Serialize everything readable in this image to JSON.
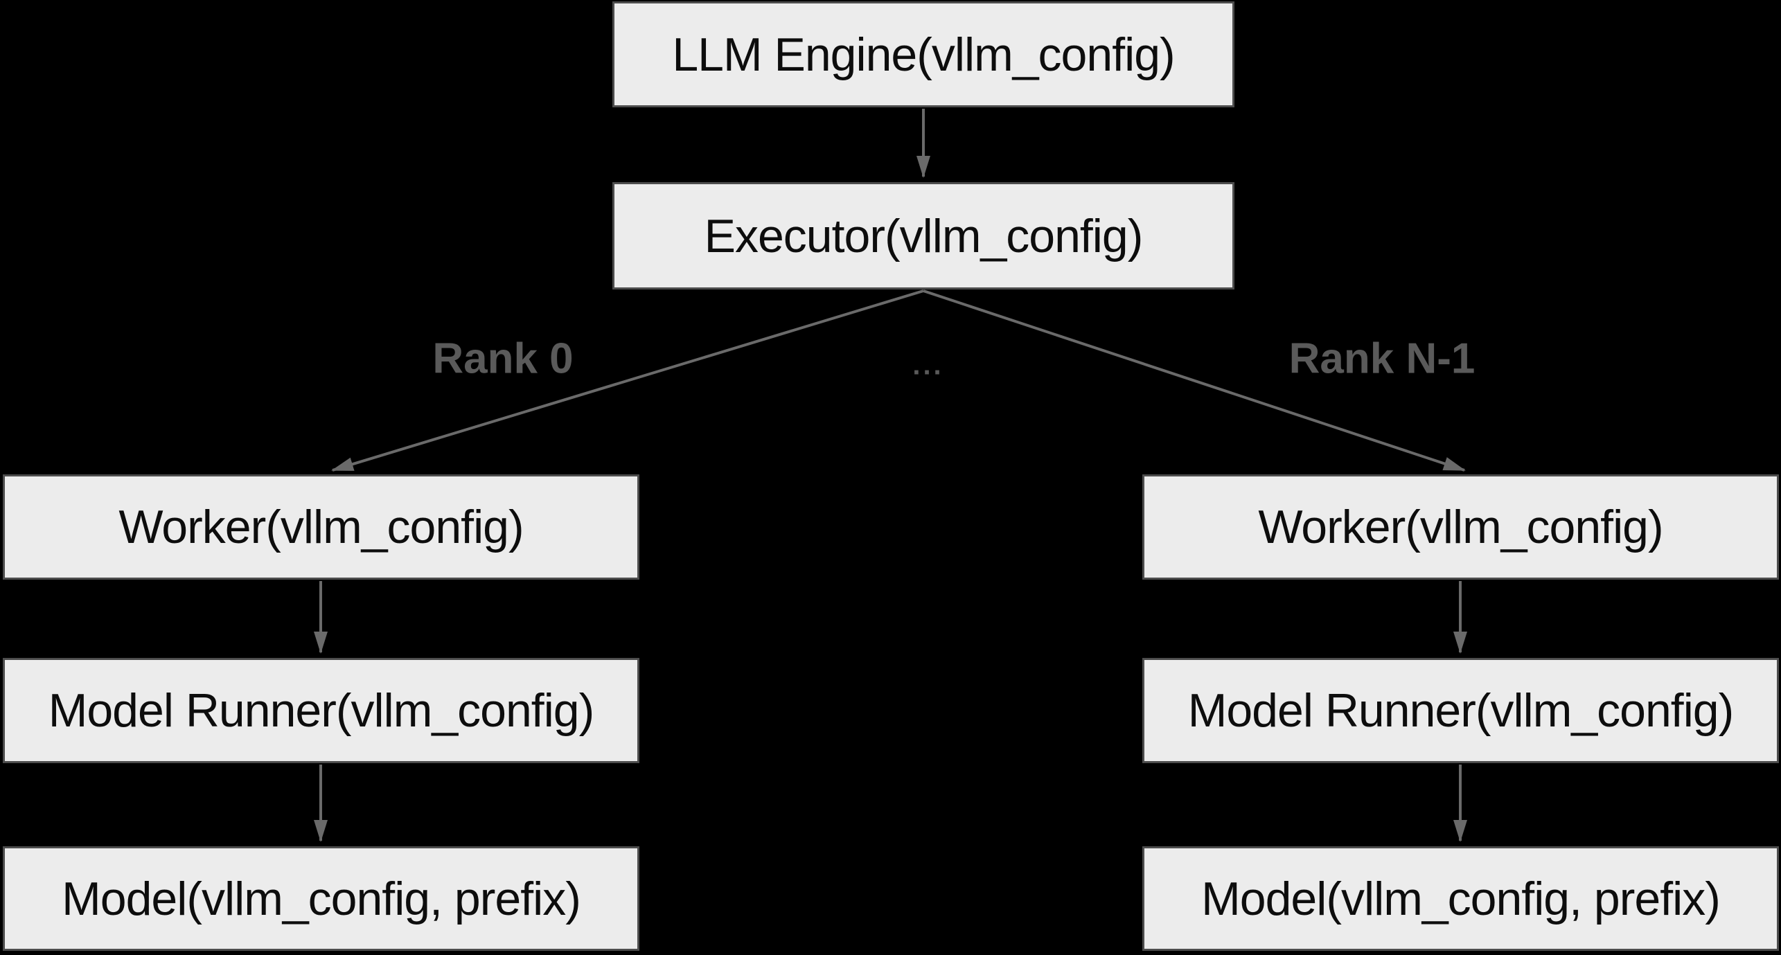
{
  "diagram": {
    "type": "flowchart",
    "colors": {
      "background": "#000000",
      "node_fill": "#ececec",
      "node_border": "#4d4d4d",
      "node_text": "#0d0d0d",
      "edge": "#6a6a6a",
      "edge_label_text": "#5a5a5a"
    },
    "nodes": {
      "llm_engine": {
        "label": "LLM Engine(vllm_config)"
      },
      "executor": {
        "label": "Executor(vllm_config)"
      },
      "worker_rank0": {
        "label": "Worker(vllm_config)"
      },
      "model_runner_rank0": {
        "label": "Model Runner(vllm_config)"
      },
      "model_rank0": {
        "label": "Model(vllm_config, prefix)"
      },
      "worker_rankN": {
        "label": "Worker(vllm_config)"
      },
      "model_runner_rankN": {
        "label": "Model Runner(vllm_config)"
      },
      "model_rankN": {
        "label": "Model(vllm_config, prefix)"
      }
    },
    "edge_labels": {
      "rank_0": "Rank 0",
      "ellipsis": "...",
      "rank_n_minus_1": "Rank N-1"
    }
  }
}
